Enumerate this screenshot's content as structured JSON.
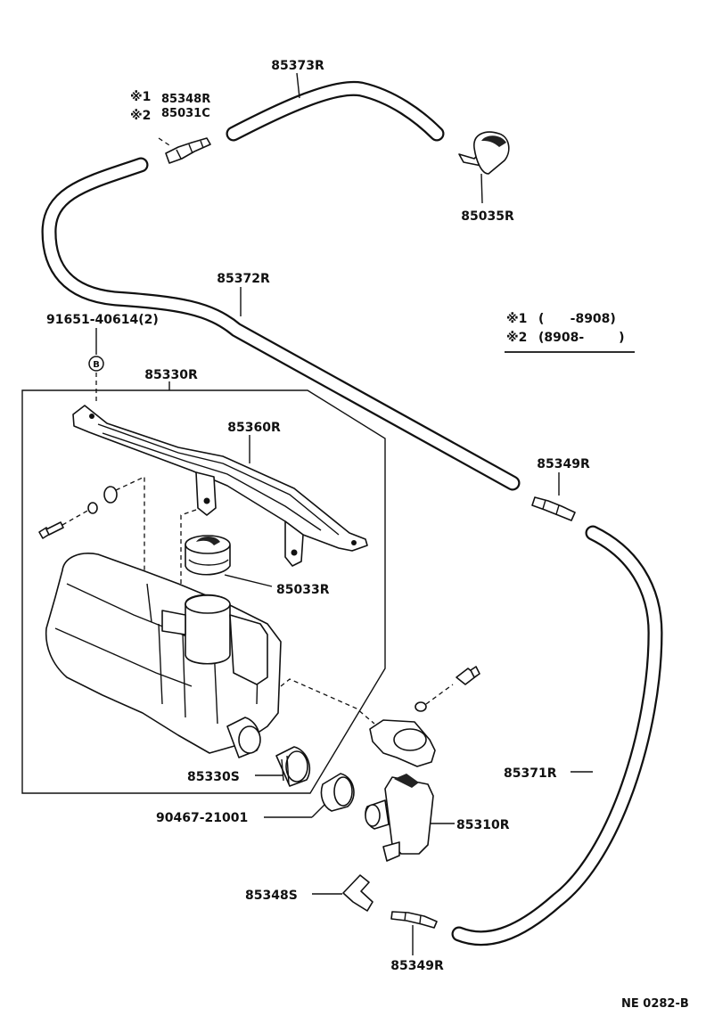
{
  "labels": {
    "p85373R": "85373R",
    "p85035R": "85035R",
    "p85372R": "85372R",
    "p91651": "91651-40614(2)",
    "p85330R": "85330R",
    "p85360R": "85360R",
    "p85349R_top": "85349R",
    "p85033R": "85033R",
    "p85371R": "85371R",
    "p85330S": "85330S",
    "p90467": "90467-21001",
    "p85310R": "85310R",
    "p85348S": "85348S",
    "p85349R_bottom": "85349R",
    "code": "NE 0282-B"
  },
  "callout": {
    "mark1": "※1",
    "part1": "85348R",
    "mark2": "※2",
    "part2": "85031C"
  },
  "legend": {
    "mark1": "※1",
    "range1": "(      -8908)",
    "mark2": "※2",
    "range2": "(8908-        )"
  },
  "bolt_marker": "B"
}
